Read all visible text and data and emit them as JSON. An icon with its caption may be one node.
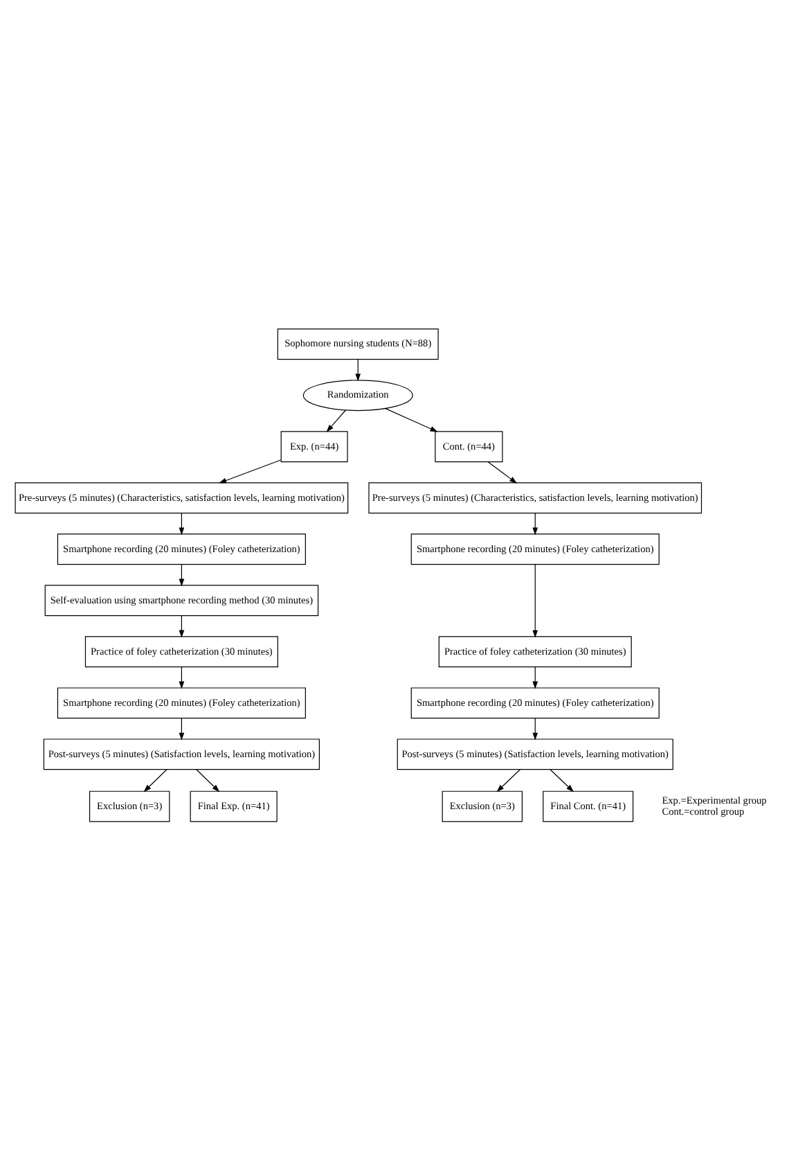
{
  "diagram": {
    "nodes": [
      {
        "text": [
          "Sophomore nursing students (N=88)"
        ]
      },
      {
        "text": [
          "Randomization"
        ]
      },
      {
        "text": [
          "Exp. (n=44)"
        ]
      },
      {
        "text": [
          "Cont. (n=44)"
        ]
      },
      {
        "text": [
          "Pre-surveys (5 minutes) (Characteristics, satisfaction levels, learning motivation)"
        ]
      },
      {
        "text": [
          "Pre-surveys (5 minutes) (Characteristics, satisfaction levels, learning motivation)"
        ]
      },
      {
        "text": [
          "Smartphone recording (20 minutes) (Foley catheterization)"
        ]
      },
      {
        "text": [
          "Smartphone recording (20 minutes) (Foley catheterization)"
        ]
      },
      {
        "text": [
          "Self-evaluation using smartphone recording method (30 minutes)"
        ]
      },
      {
        "text": [
          "Practice of foley catheterization (30 minutes)"
        ]
      },
      {
        "text": [
          "Practice of foley catheterization (30 minutes)"
        ]
      },
      {
        "text": [
          "Smartphone recording (20 minutes) (Foley catheterization)"
        ]
      },
      {
        "text": [
          "Smartphone recording (20 minutes) (Foley catheterization)"
        ]
      },
      {
        "text": [
          "Post-surveys (5 minutes) (Satisfaction levels, learning motivation)"
        ]
      },
      {
        "text": [
          "Post-surveys (5 minutes) (Satisfaction levels, learning motivation)"
        ]
      },
      {
        "text": [
          "Exclusion (n=3)"
        ]
      },
      {
        "text": [
          "Final Exp. (n=41)"
        ]
      },
      {
        "text": [
          "Exclusion (n=3)"
        ]
      },
      {
        "text": [
          "Final Cont. (n=41)"
        ]
      }
    ],
    "edges": [
      {
        "from": 0,
        "to": 1,
        "arrow": "to"
      },
      {
        "from": 1,
        "to": 2,
        "arrow": "to"
      },
      {
        "from": 1,
        "to": 3,
        "arrow": "to"
      },
      {
        "from": 2,
        "to": 4,
        "arrow": "to"
      },
      {
        "from": 3,
        "to": 5,
        "arrow": "to"
      },
      {
        "from": 4,
        "to": 6,
        "arrow": "to"
      },
      {
        "from": 5,
        "to": 7,
        "arrow": "to"
      },
      {
        "from": 6,
        "to": 8,
        "arrow": "to"
      },
      {
        "from": 7,
        "to": 10,
        "arrow": "to"
      },
      {
        "from": 8,
        "to": 9,
        "arrow": "to"
      },
      {
        "from": 9,
        "to": 11,
        "arrow": "to"
      },
      {
        "from": 10,
        "to": 12,
        "arrow": "to"
      },
      {
        "from": 11,
        "to": 13,
        "arrow": "to"
      },
      {
        "from": 12,
        "to": 14,
        "arrow": "to"
      },
      {
        "from": 13,
        "to": 15,
        "arrow": "to"
      },
      {
        "from": 13,
        "to": 16,
        "arrow": "to"
      },
      {
        "from": 14,
        "to": 17,
        "arrow": "to"
      },
      {
        "from": 14,
        "to": 18,
        "arrow": "to"
      }
    ],
    "labels": [
      "Exp.=Experimental group",
      "Cont.=control group"
    ]
  }
}
